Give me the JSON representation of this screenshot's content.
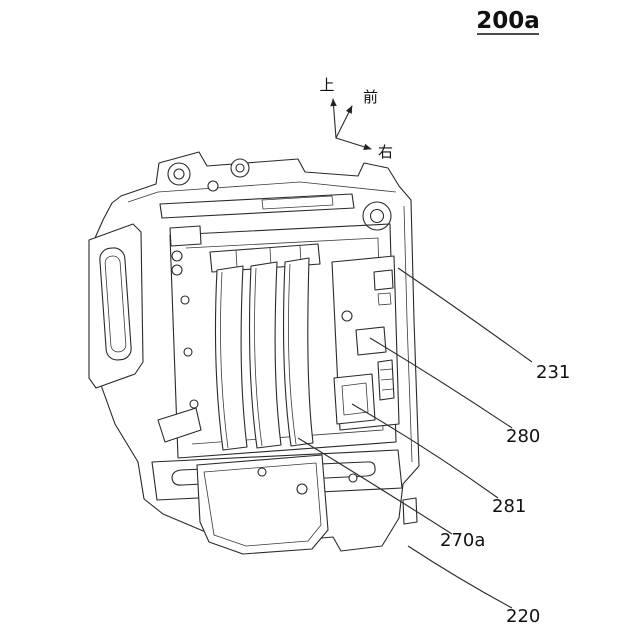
{
  "figure": {
    "title": "200a",
    "ink_color": "#2a2a2a",
    "axis": {
      "up": "上",
      "front": "前",
      "right": "右"
    },
    "callouts": [
      {
        "id": "231",
        "label": "231"
      },
      {
        "id": "280",
        "label": "280"
      },
      {
        "id": "281",
        "label": "281"
      },
      {
        "id": "270a",
        "label": "270a"
      },
      {
        "id": "220",
        "label": "220"
      }
    ]
  }
}
